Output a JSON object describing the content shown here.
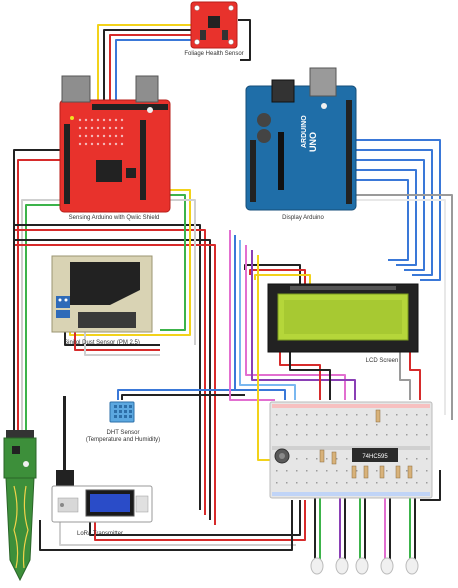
{
  "labels": {
    "foliage": "Foliage Health Sensor",
    "sensing": "Sensing Arduino with Qwiic Shield",
    "display": "Display Arduino",
    "dust": "Sinitol Dust Sensor (PM 2.5)",
    "lcd": "LCD Screen",
    "dht_line1": "DHT Sensor",
    "dht_line2": "(Temperature and Humidity)",
    "lora": "LoRa Transmitter",
    "shift_chip": "74HC595",
    "arduino_brand": "ARDUINO",
    "arduino_model": "UNO"
  },
  "colors": {
    "red_board": "#e8322c",
    "blue_board": "#1f6ea8",
    "lcd_green": "#b5d63a",
    "breadboard": "#e6e6e6",
    "soil_green": "#3d8f3a"
  }
}
